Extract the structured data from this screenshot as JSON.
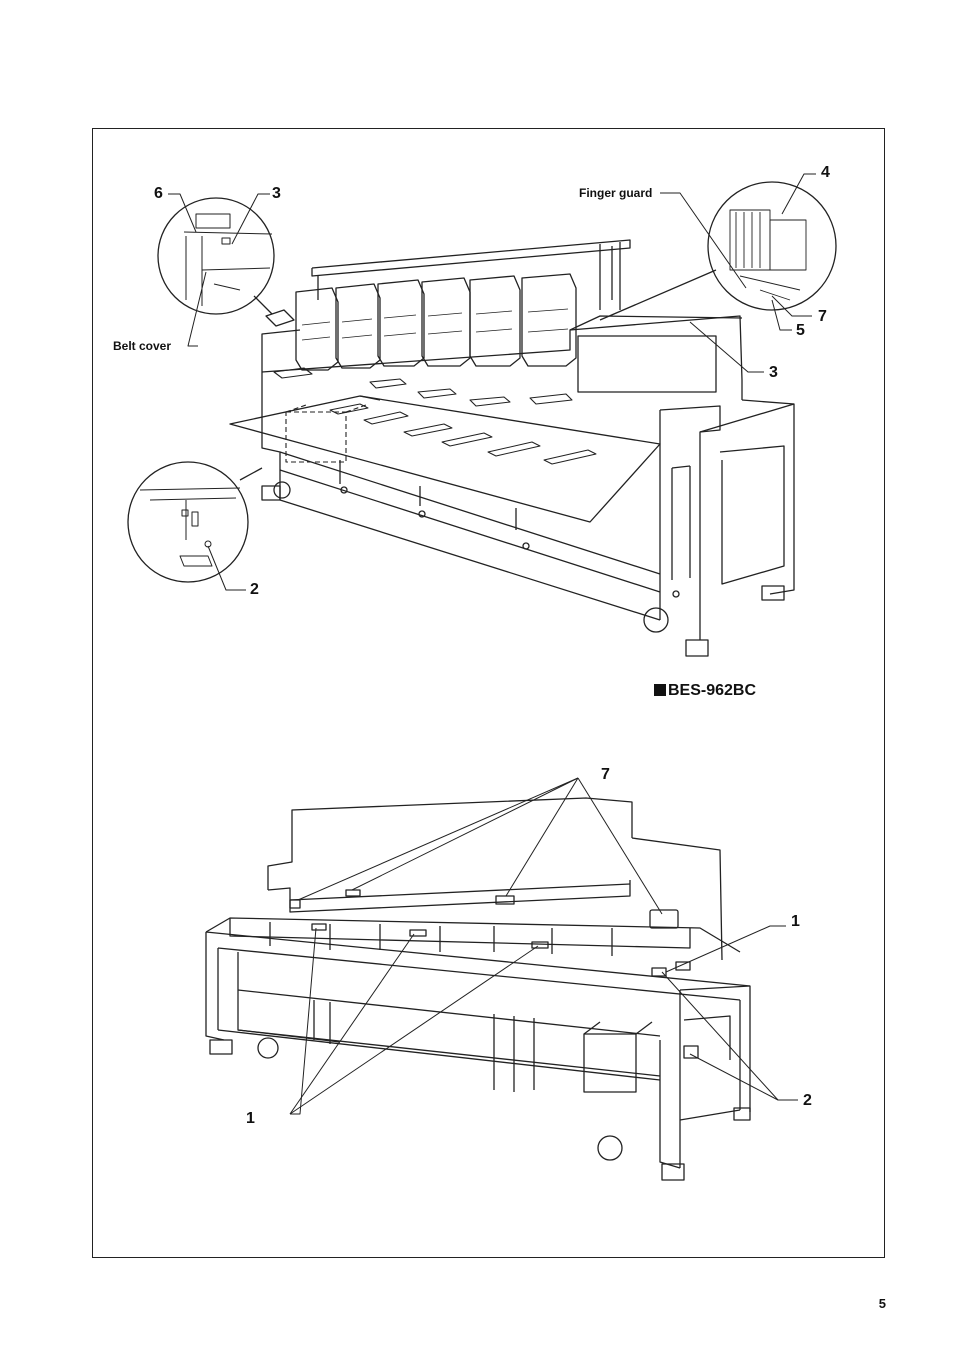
{
  "model": "BES-962BC",
  "page_number": "5",
  "top_figure": {
    "callouts": {
      "c6": "6",
      "c3a": "3",
      "c4": "4",
      "c7a": "7",
      "c5": "5",
      "c3b": "3",
      "c2": "2"
    },
    "text_labels": {
      "finger_guard": "Finger guard",
      "belt_cover": "Belt cover"
    }
  },
  "bottom_figure": {
    "callouts": {
      "c7": "7",
      "c1a": "1",
      "c1b": "1",
      "c2": "2"
    }
  }
}
